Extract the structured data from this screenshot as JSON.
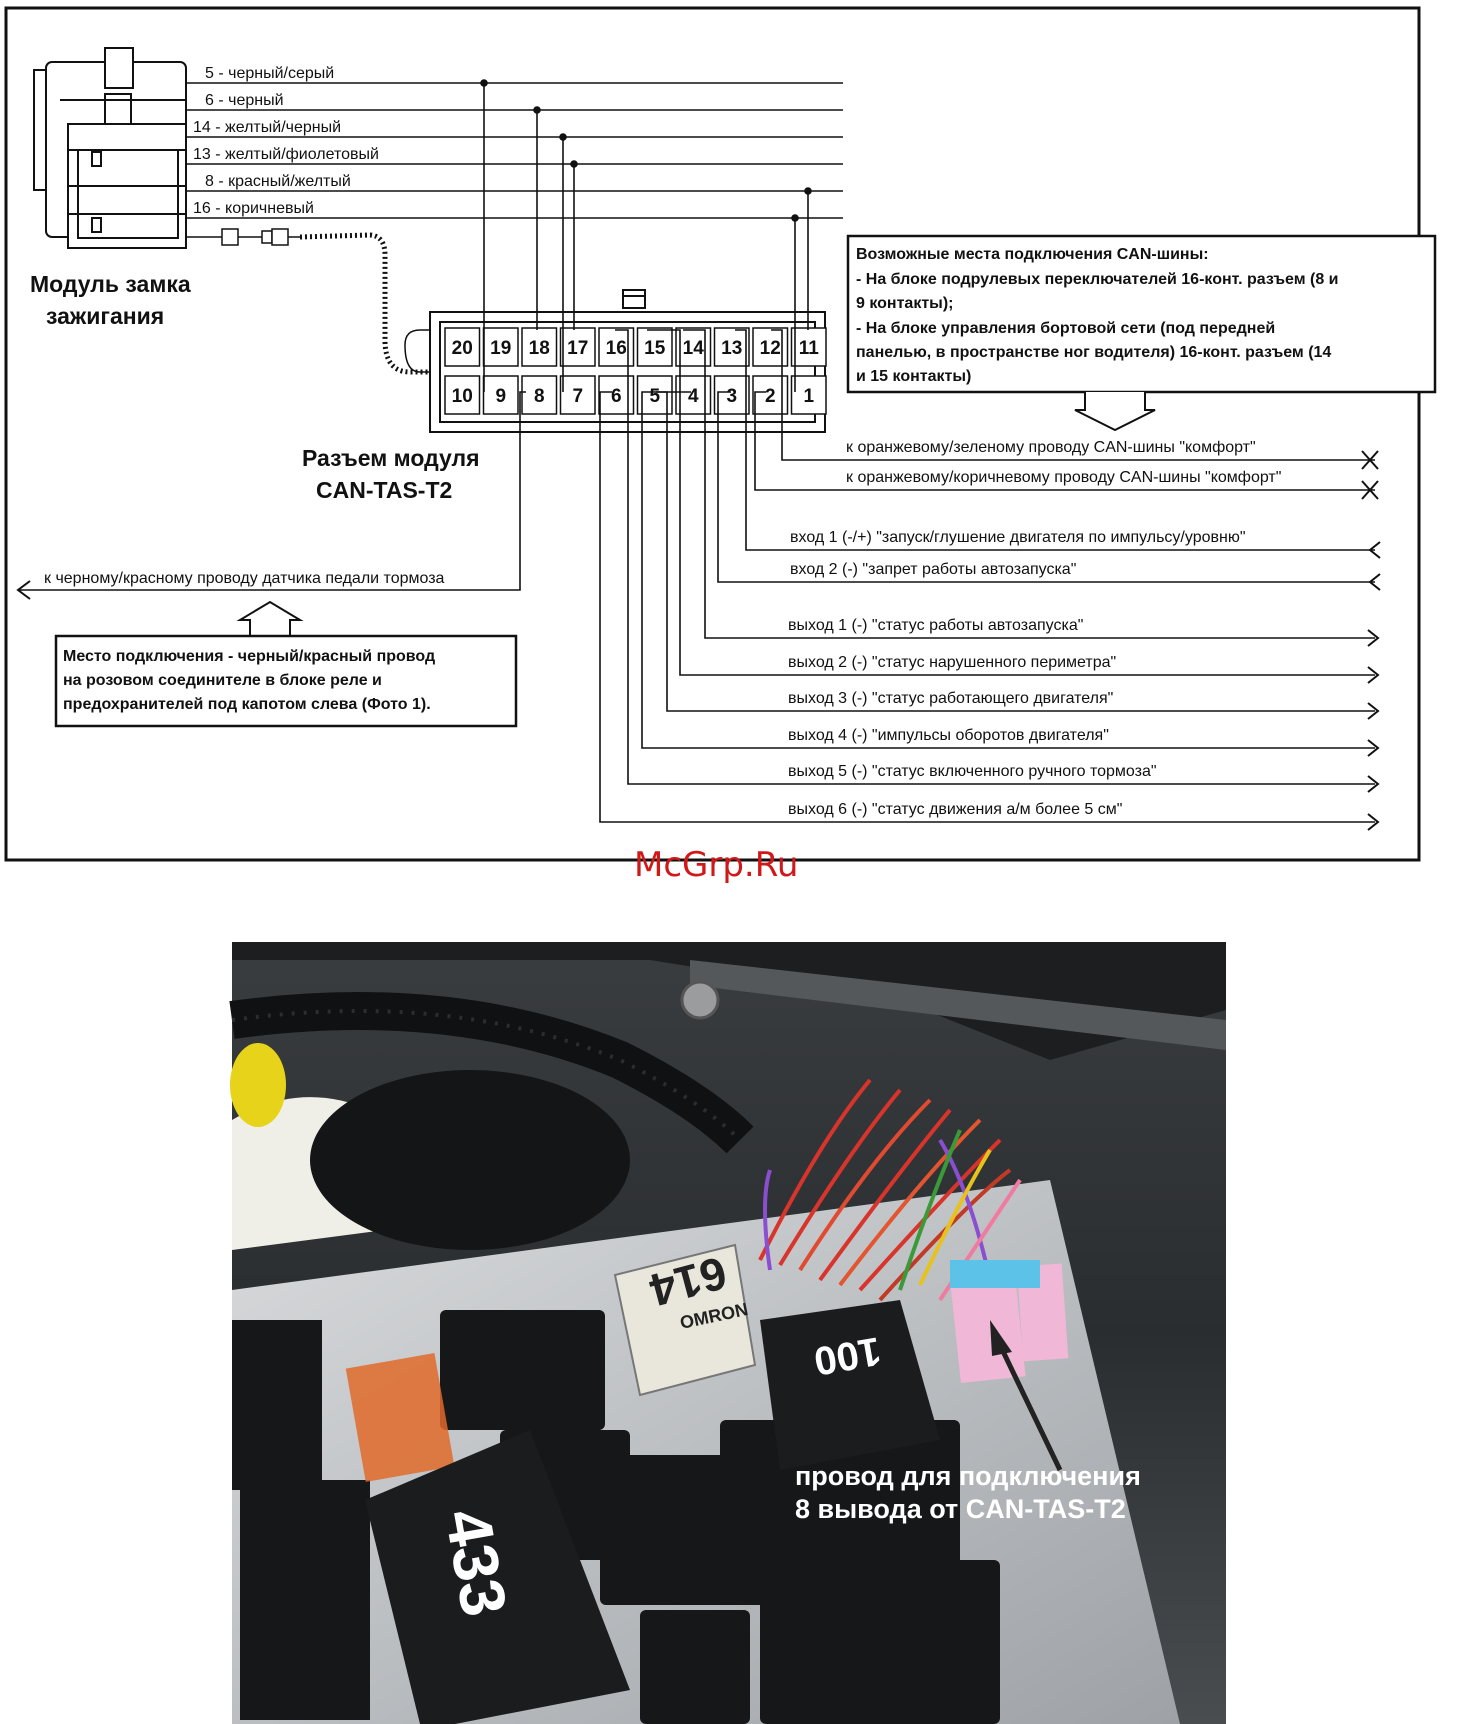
{
  "module": {
    "title_line1": "Модуль замка",
    "title_line2": "зажигания",
    "wires": [
      "5 - черный/серый",
      "6 - черный",
      "14 - желтый/черный",
      "13 - желтый/фиолетовый",
      "8 - красный/желтый",
      "16 - коричневый"
    ]
  },
  "connector": {
    "title_line1": "Разъем модуля",
    "title_line2": "CAN-TAS-T2",
    "top_pins": [
      "20",
      "19",
      "18",
      "17",
      "16",
      "15",
      "14",
      "13",
      "12",
      "11"
    ],
    "bottom_pins": [
      "10",
      "9",
      "8",
      "7",
      "6",
      "5",
      "4",
      "3",
      "2",
      "1"
    ]
  },
  "can_box": {
    "lines": [
      "Возможные места подключения CAN-шины:",
      "- На блоке подрулевых переключателей 16-конт. разъем (8 и",
      "  9 контакты);",
      "- На блоке управления бортовой сети (под передней",
      "  панелью, в пространстве ног водителя) 16-конт. разъем (14",
      "  и 15 контакты)"
    ]
  },
  "brake": {
    "label": "к черному/красному проводу датчика педали тормоза",
    "note_lines": [
      "Место подключения - черный/красный провод",
      "на розовом соединителе в блоке реле и",
      "предохранителей под капотом слева (Фото 1)."
    ]
  },
  "outputs": [
    "к оранжевому/зеленому проводу CAN-шины \"комфорт\"",
    "к оранжевому/коричневому проводу CAN-шины \"комфорт\"",
    "вход 1 (-/+) \"запуск/глушение двигателя по импульсу/уровню\"",
    "вход 2 (-) \"запрет работы автозапуска\"",
    "выход 1 (-) \"статус работы автозапуска\"",
    "выход 2 (-) \"статус нарушенного периметра\"",
    "выход 3 (-) \"статус работающего двигателя\"",
    "выход 4 (-) \"импульсы оборотов двигателя\"",
    "выход 5 (-) \"статус включенного ручного тормоза\"",
    "выход 6 (-) \"статус движения а/м более 5 см\""
  ],
  "watermark": "McGrp.Ru",
  "photo": {
    "caption_line1": "провод для подключения",
    "caption_line2": "8 вывода от CAN-TAS-T2",
    "relay_labels": [
      "614",
      "100",
      "433"
    ],
    "relay_brand": "OMRON",
    "colors": {
      "engine_bay": "#2a2d30",
      "relay_black": "#1b1c1e",
      "relay_white": "#e9e6dc",
      "wire_red": "#d8342b",
      "wire_purple": "#8a4fd0",
      "connector_pink": "#f0b7d6",
      "connector_blue": "#5cc2e8",
      "reservoir_yellow": "#e6d31a"
    }
  }
}
